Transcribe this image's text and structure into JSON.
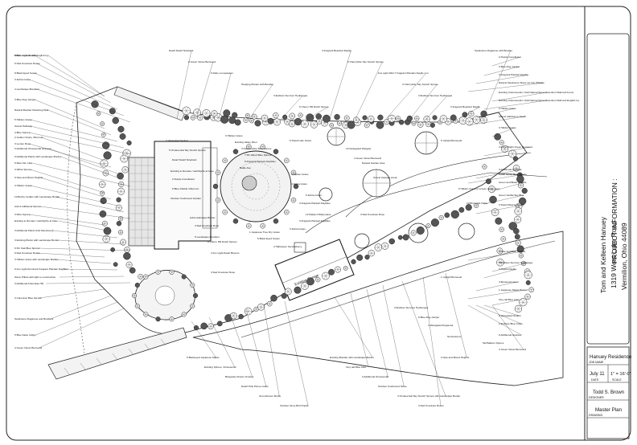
{
  "project_info": {
    "heading": "PROJECT INFORMATION :",
    "client": "Tom and Kelleen Hanuey",
    "street": "1319 West Lake Road",
    "city": "Vermilion, Ohio 44089"
  },
  "title_block": {
    "project_name": "Hanuey Residence",
    "job_name_label": "JOB NAME",
    "date_value": "July 11",
    "scale_value": "1\" = 16'-0\"",
    "date_label": "DATE",
    "scale_label": "SCALE",
    "designer_name": "Todd S. Brown",
    "designer_label": "DESIGNER",
    "drawing_name": "Master Plan",
    "drawing_label": "DRAWING"
  },
  "plan_labels": {
    "existing_garage": "Existing Garage",
    "plant_labels": [
      "Mulch covered with English Ivy",
      "6 Red Knockout Roses",
      "8 Black Eyed Susan",
      "3 Zebra Grass",
      "4 Landscape Boulders",
      "3 Blue Rug Juniper",
      "Natural Boulder Retaining Wall",
      "5 Hidden Grass",
      "Gravel Pathway",
      "4 Blue Spruce",
      "2 Golden Vicary Viburnum",
      "3 Lenten Rose",
      "3 Additional Ornamental Grasses",
      "9 Additional Plants with Landscape Border",
      "9 Miss Kim Lilac",
      "3 White Spruce",
      "6 New and Mixed Heights",
      "3 Hidden Grass",
      "10 Bushy Cedars with Landscape Border",
      "Add 4 Additional Spruce",
      "3 Miss Spruce",
      "Existing to Remain / add Myrtle at base",
      "3 Additional Plants (Not Mentioned)",
      "3 Existing Plants with Landscape Border",
      "6 Pin Oak Blue Spruce",
      "9 Red Knockout Roses",
      "3 Hidden Grass with Landscape Border",
      "9 Fox Light Dominant Fragrant Plantain Daylilies",
      "Stone Pillars with light to construction",
      "3 Additional Arborvitae Hill",
      "3 Columnar Blue Spruce",
      "Sandstone Flagstone and Boulders",
      "5 Blue False Indigo",
      "4 Green Velvet Boxwood",
      "Dwarf Dwarf Ninebark",
      "8 Green Velvet Boxwood",
      "6 Ruby Loropetalum",
      "Hanging Planter with Boulder",
      "3 Endless Summer Hydrangea",
      "5 Cherry Hill Dutch Spruce",
      "3 Fragrant Bearded Daylily",
      "5 Cherrybrite Sky Scotch Spruce",
      "Fox Light Wild 7 Fragrant Plantain Daylily 1 in",
      "3 Cherrybrite Sky Scotch Spruce",
      "3 Endless Summer Hydrangea",
      "3 Fragrant Bearded Daylily",
      "Sandstone Flagstone with Boulder",
      "2 Purple Coneflower",
      "3 Blue Rug Juniper",
      "3 Fragrant Plantain Daylily",
      "Natural Sandstone Steps set into Hillside",
      "Existing Cottonwoods / Add Natural Stone Retention Wall and Ferns",
      "Existing Cottonwoods / Add Natural Stone Retention Wall and English Ivy",
      "3 Hidden Grass",
      "Gravel pathway to beach",
      "3 Hidden Grass",
      "3 Extra Bright Green Boxwood",
      "3 Additional Grasses",
      "Dwarf Globe Blue Spruce",
      "Green and Black Heights",
      "Green Vanilla Sky Blue",
      "3 Dwarf Alberta Spruce",
      "2 New and Blue Heights",
      "5 Endless Summer Hydrangea",
      "3 Purple Daylily",
      "4 Boxwood Laurel",
      "1 Japanese Maple Pruned",
      "Very tall Blue Lilac",
      "2 Variegated Sedum",
      "2 Endless Blue Grass",
      "6 Additional Grasses",
      "4 Green Velvet Boxwood",
      "6 Blackeyed Japanese Maple",
      "Existing Spruce, Ornamental",
      "Bluegrass Flower Overlay",
      "Dwarf Pink Plume Grass",
      "Groundcover Myrtle",
      "Outdoor Glory Bird Poplar",
      "Existing Boulder with Landscape Border",
      "Very tall Blue Lilac",
      "3 Additional Ornamental",
      "Outdoor Cushioned Stone",
      "4 Ornamental Sky Scotch Spruce with Landscape Border",
      "3 Red Knockout Roses",
      "3 New and Mixed Heights",
      "7 Variegated Sedum",
      "5 Ornamental Sky Scotch Spruce",
      "Dwarf Dwarf Ninebark",
      "Existing to Remain / add Myrtle at base",
      "2 Purple Coneflower",
      "6 Blue Pebble Viburnum",
      "Outdoor Cushioned Garden",
      "Add Landscape Border",
      "3 Red Knockout Rose",
      "5 Landscape Boulders",
      "6 Cherry Hill Dutch Spruce",
      "4 Fox Light Dwarf Blooms",
      "3 Red Knockout Rose",
      "3 Hidden Grass",
      "Existing Valley Plum",
      "3 Dwarf Globe Blue Spruce",
      "7 Pin Albert Blue Spruce",
      "5 Fragrant Plantain Daylilies",
      "Battle Axe",
      "5 Dwarf Lilac Grass",
      "3 Hidden Grass",
      "4 Zebra Grass",
      "6 Zebra Grass",
      "3 Fragrant Plantain Daylilies",
      "12 Maiden Hillarymdus",
      "3 Fragrant Plantain Daylilies",
      "3 Zebra Grass",
      "10 Variegated Weigela",
      "4 Green Velvet Boxwood",
      "Natural Garden Area",
      "Gravel (Garage Area)",
      "3 Red Knockout Rose",
      "5 Upright Boxwood",
      "6 Hidden Grass to screen septic caps",
      "10 Bird Light Halsa",
      "1 Japanese Tree Dry Grass",
      "6 Black Eyed Susan",
      "4 Halloween Serviceberry",
      "1 Upright Boxwood",
      "3 Endless Summer Hydrangea",
      "6 Blue Rug Juniper",
      "3 Variegated Dogwood",
      "Serviceberry",
      "Tall Balloon Spruce",
      "5 Blue Light Sedum"
    ]
  }
}
